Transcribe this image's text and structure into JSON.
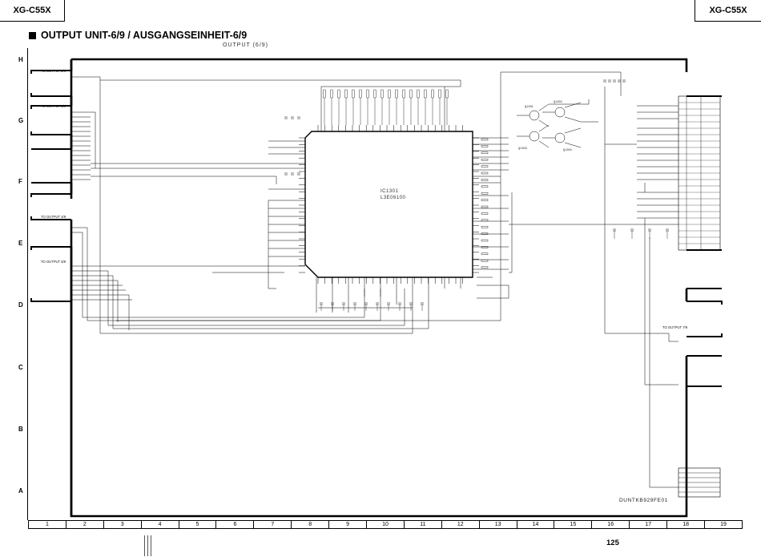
{
  "header": {
    "model_left": "XG-C55X",
    "model_right": "XG-C55X",
    "title": "OUTPUT UNIT-6/9 / AUSGANGSEINHEIT-6/9",
    "subtitle": "OUTPUT (6/9)"
  },
  "rows": [
    "H",
    "G",
    "F",
    "E",
    "D",
    "C",
    "B",
    "A"
  ],
  "columns": [
    "1",
    "2",
    "3",
    "4",
    "5",
    "6",
    "7",
    "8",
    "9",
    "10",
    "11",
    "12",
    "13",
    "14",
    "15",
    "16",
    "17",
    "18",
    "19"
  ],
  "ic": {
    "ref": "IC1301",
    "part": "L3E06100"
  },
  "connector_labels": {
    "to_output_2_9_top": "TO OUTPUT 2/9",
    "to_output_3_9": "TO OUTPUT 3/9",
    "to_output_4_9": "TO OUTPUT 4/9",
    "to_output_5_9": "TO OUTPUT 5/9",
    "to_output_7_9": "TO OUTPUT 7/9"
  },
  "transistors": [
    "Q1301",
    "Q1302",
    "Q1303",
    "Q1304"
  ],
  "doc_code": "DUNTKB929FE01",
  "page_number": "125"
}
